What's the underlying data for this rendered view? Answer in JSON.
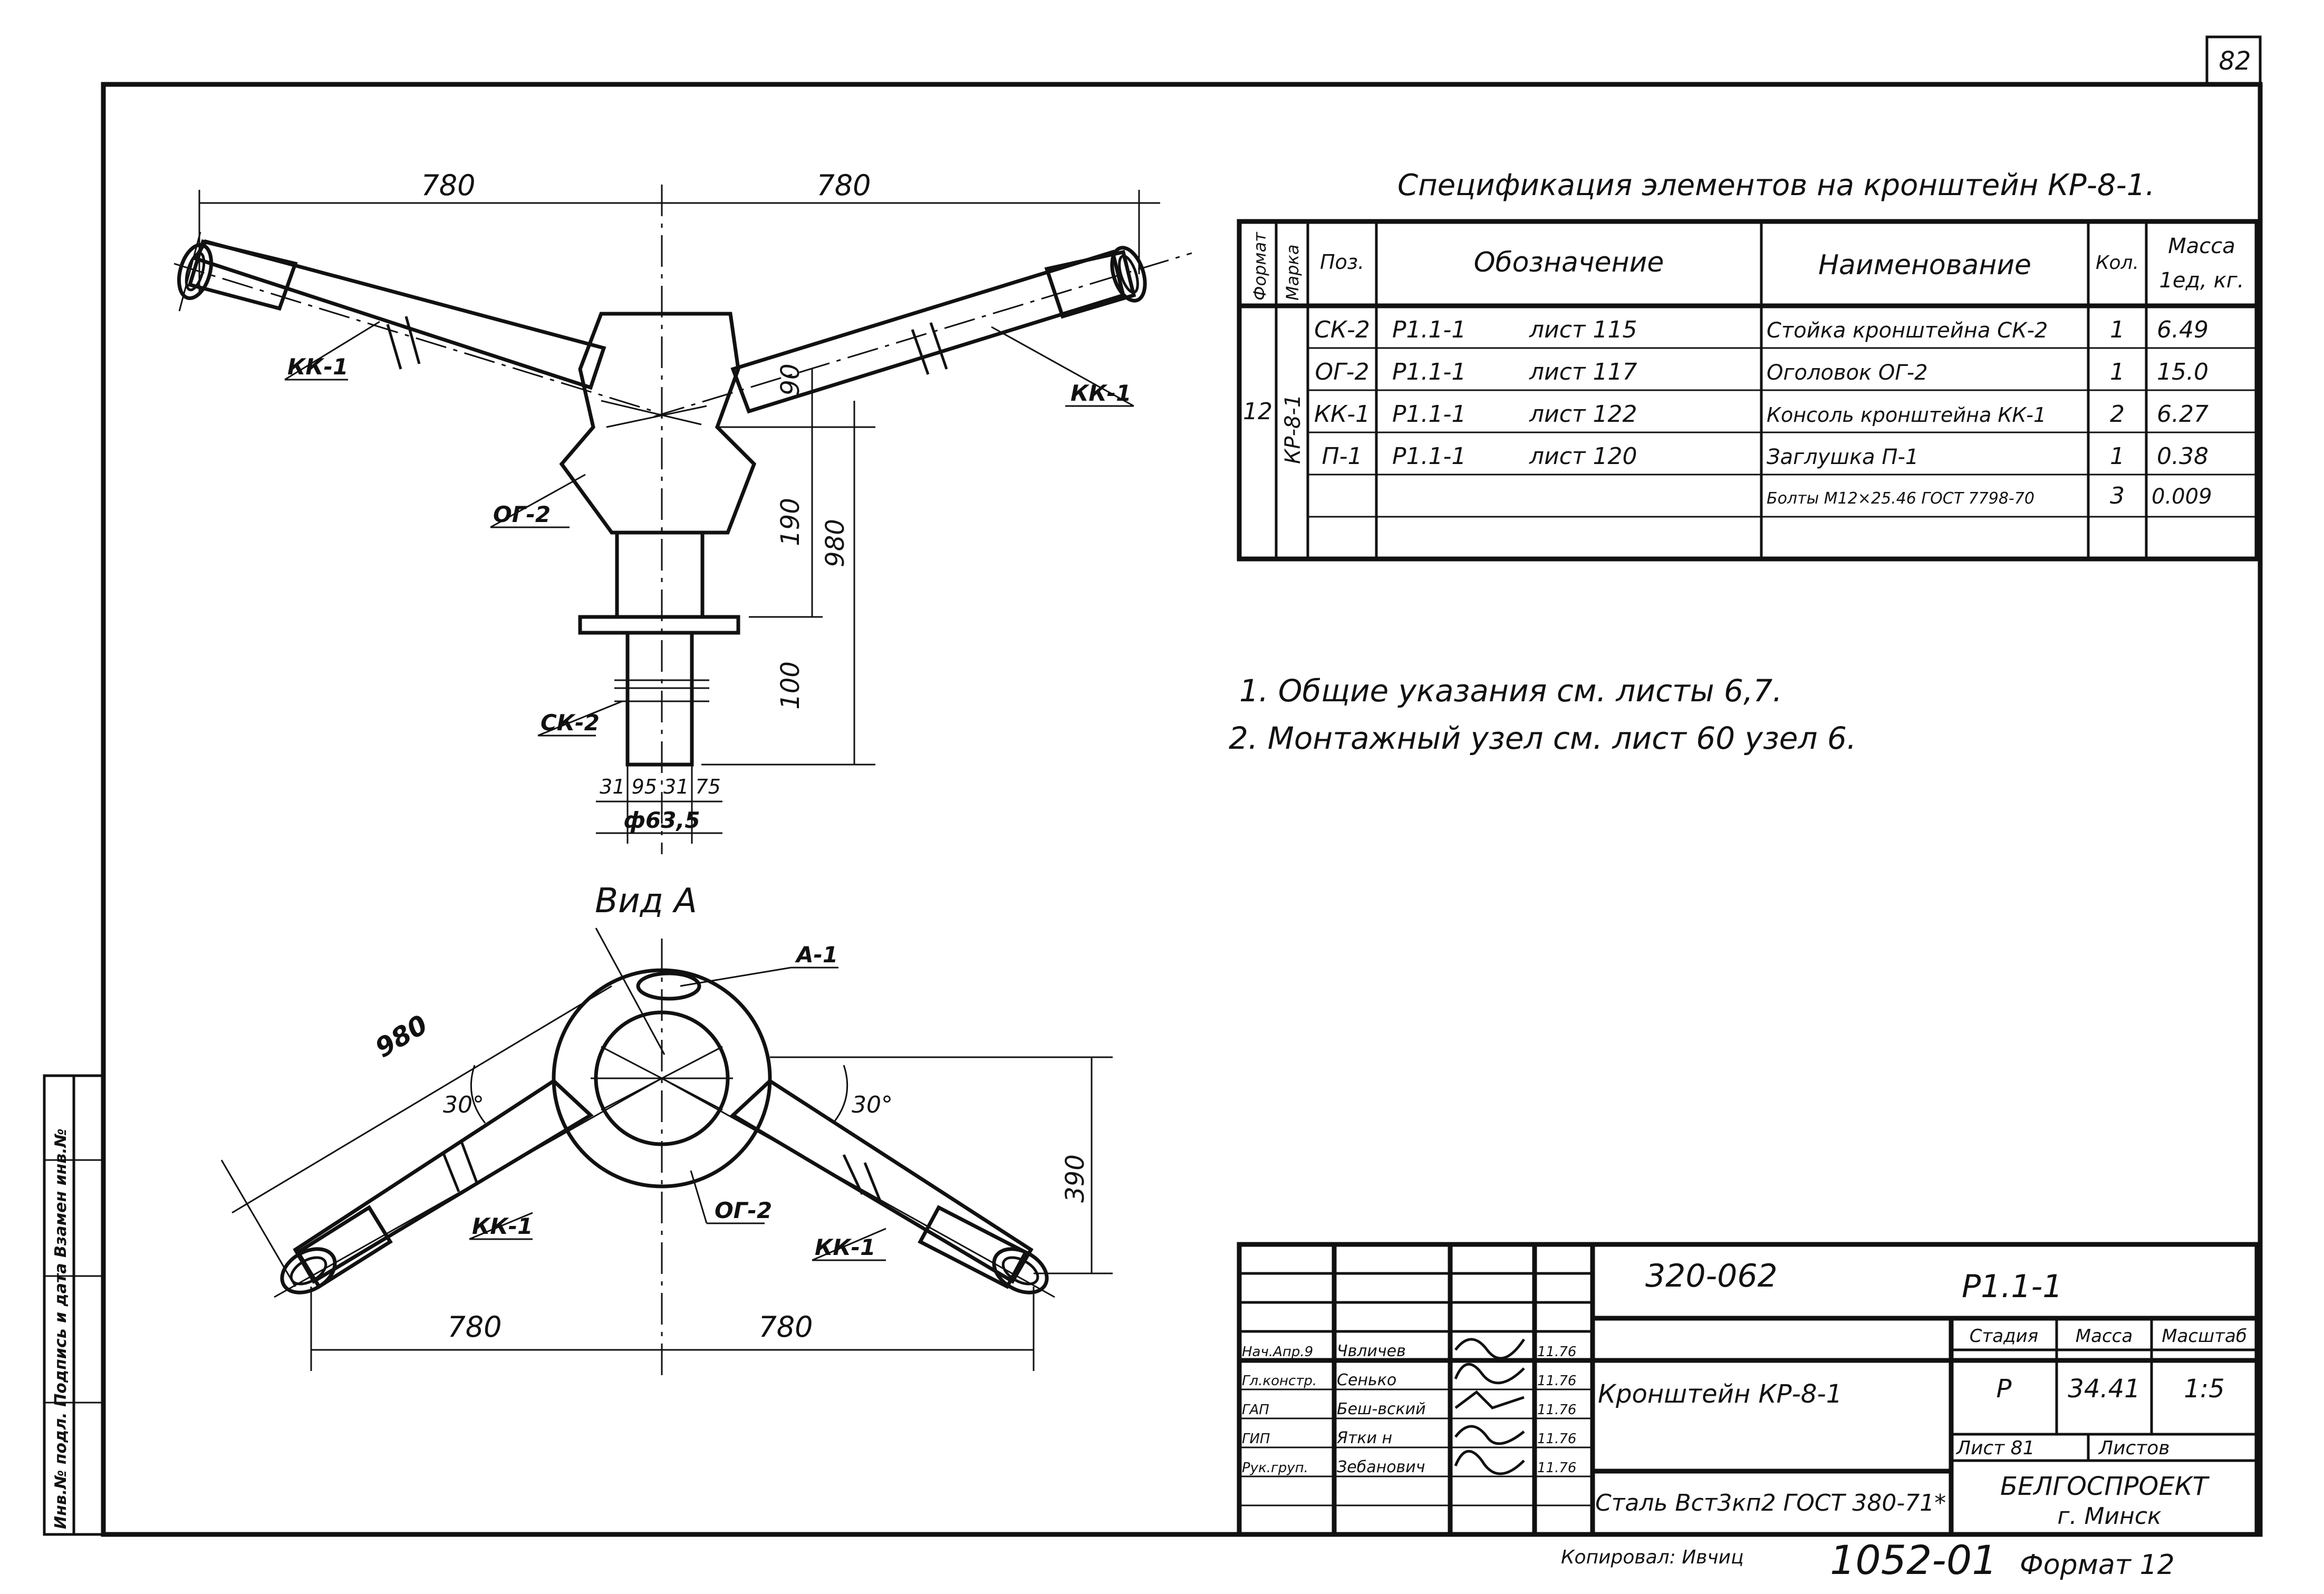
{
  "sheet": {
    "page_number": "82",
    "copied_by": "Копировал: Ивчиц",
    "inventory_number": "1052-01",
    "format": "Формат 12"
  },
  "spec": {
    "title": "Спецификация элементов на кронштейн КР-8-1.",
    "headers": {
      "format": "Формат",
      "mark": "Марка",
      "pos": "Поз.",
      "designation": "Обозначение",
      "name": "Наименование",
      "qty": "Кол.",
      "mass_line1": "Масса",
      "mass_line2": "1ед, кг."
    },
    "group_format": "12",
    "group_mark": "КР-8-1",
    "rows": [
      {
        "pos": "СК-2",
        "doc": "Р1.1-1",
        "sheet": "лист 115",
        "name": "Стойка кронштейна СК-2",
        "qty": "1",
        "mass": "6.49"
      },
      {
        "pos": "ОГ-2",
        "doc": "Р1.1-1",
        "sheet": "лист 117",
        "name": "Оголовок ОГ-2",
        "qty": "1",
        "mass": "15.0"
      },
      {
        "pos": "КК-1",
        "doc": "Р1.1-1",
        "sheet": "лист 122",
        "name": "Консоль кронштейна КК-1",
        "qty": "2",
        "mass": "6.27"
      },
      {
        "pos": "П-1",
        "doc": "Р1.1-1",
        "sheet": "лист 120",
        "name": "Заглушка П-1",
        "qty": "1",
        "mass": "0.38"
      },
      {
        "pos": "",
        "doc": "",
        "sheet": "",
        "name": "Болты М12×25.46 ГОСТ 7798-70",
        "qty": "3",
        "mass": "0.009"
      }
    ]
  },
  "notes": [
    "1. Общие указания см. листы 6,7.",
    "2. Монтажный узел см. лист 60 узел 6."
  ],
  "front_view": {
    "dim_left_780": "780",
    "dim_right_780": "780",
    "label_kk1_left": "КК-1",
    "label_kk1_right": "КК-1",
    "label_og2": "ОГ-2",
    "label_ck2": "СК-2",
    "dim_90": "90",
    "dim_190": "190",
    "dim_980": "980",
    "dim_100": "100",
    "dim_bottom": "31 95 31 75",
    "dim_diameter": "ф63,5"
  },
  "plan_view": {
    "title": "Вид А",
    "label_a1": "А-1",
    "dim_980": "980",
    "angle_left": "30°",
    "angle_right": "30°",
    "dim_390": "390",
    "label_kk1_left": "КК-1",
    "label_kk1_right": "КК-1",
    "label_og2": "ОГ-2",
    "dim_left_780": "780",
    "dim_right_780": "780"
  },
  "title_block": {
    "project_code": "320-062",
    "sheet_code": "Р1.1-1",
    "item_title": "Кронштейн КР-8-1",
    "material": "Сталь Вст3кп2 ГОСТ 380-71*",
    "stage_header": "Стадия",
    "mass_header": "Масса",
    "scale_header": "Масштаб",
    "stage": "Р",
    "mass": "34.41",
    "scale": "1:5",
    "sheet_label": "Лист 81",
    "sheets_label": "Листов",
    "organization": "БЕЛГОСПРОЕКТ",
    "city": "г. Минск",
    "signatures": [
      {
        "role": "Нач.Апр.9",
        "name": "Чвличев",
        "date": "11.76"
      },
      {
        "role": "Гл.констр.",
        "name": "Сенько",
        "date": "11.76"
      },
      {
        "role": "ГАП",
        "name": "Беш-вский",
        "date": "11.76"
      },
      {
        "role": "ГИП",
        "name": "Ятки н",
        "date": "11.76"
      },
      {
        "role": "Рук.груп.",
        "name": "Зебанович",
        "date": "11.76"
      }
    ]
  },
  "side_stamp": {
    "text": "Инв.№ подл. Подпись и дата Взамен инв.№"
  }
}
